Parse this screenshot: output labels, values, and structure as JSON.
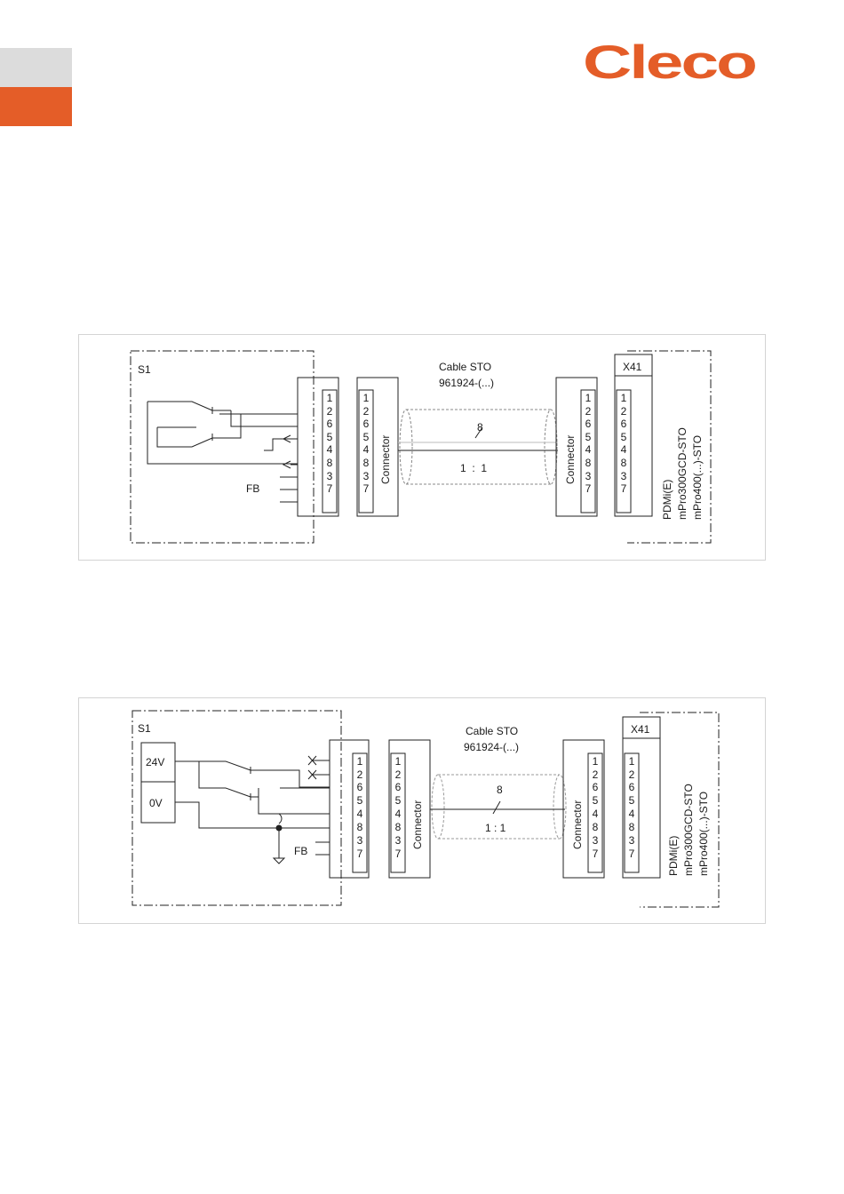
{
  "header": {
    "brand": "Cleco",
    "brand_color": "#e45d28",
    "tab_colors": [
      "#dcdcdc",
      "#e45d28"
    ]
  },
  "diagrams": [
    {
      "switch_label": "S1",
      "cable_label": "Cable STO",
      "cable_part": "961924-(...)",
      "wire_count": "8",
      "ratio": "1  :  1",
      "fb_label": "FB",
      "connector_label": "Connector",
      "terminal_label": "X41",
      "pins": [
        "1",
        "2",
        "6",
        "5",
        "4",
        "8",
        "3",
        "7"
      ],
      "device_lines": [
        "PDMi(E)",
        "mPro300GCD-STO",
        "mPro400(...)-STO"
      ]
    },
    {
      "switch_label": "S1",
      "supply_24v": "24V",
      "supply_0v": "0V",
      "cable_label": "Cable STO",
      "cable_part": "961924-(...)",
      "wire_count": "8",
      "ratio": "1 : 1",
      "fb_label": "FB",
      "connector_label": "Connector",
      "terminal_label": "X41",
      "pins": [
        "1",
        "2",
        "6",
        "5",
        "4",
        "8",
        "3",
        "7"
      ],
      "device_lines": [
        "PDMi(E)",
        "mPro300GCD-STO",
        "mPro400(...)-STO"
      ]
    }
  ]
}
